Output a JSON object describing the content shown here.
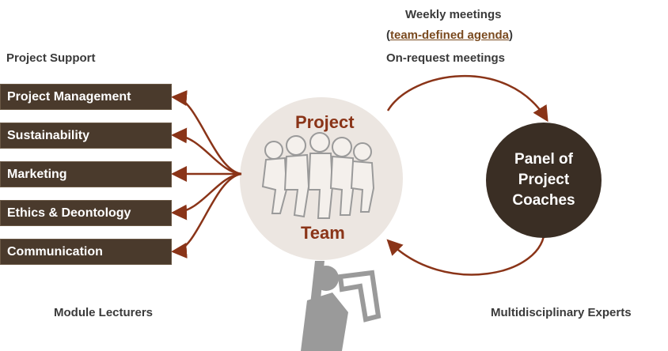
{
  "support": {
    "title": "Project Support",
    "items": [
      {
        "label": "Project Management"
      },
      {
        "label": "Sustainability"
      },
      {
        "label": "Marketing"
      },
      {
        "label": "Ethics & Deontology"
      },
      {
        "label": "Communication"
      }
    ]
  },
  "meetings": {
    "weekly": "Weekly meetings",
    "agenda_open": "(",
    "agenda_link": "team-defined agenda",
    "agenda_close": ")",
    "on_request": "On-request meetings"
  },
  "team": {
    "word1": "Project",
    "word2": "Team"
  },
  "coaches": {
    "line1": "Panel of",
    "line2": "Project",
    "line3": "Coaches"
  },
  "footer": {
    "left": "Module Lecturers",
    "right": "Multidisciplinary Experts"
  },
  "colors": {
    "box_bg": "#4a3a2c",
    "arrow": "#8a3418",
    "team_circle": "#ece6e1",
    "coach_circle": "#3a2e24"
  }
}
